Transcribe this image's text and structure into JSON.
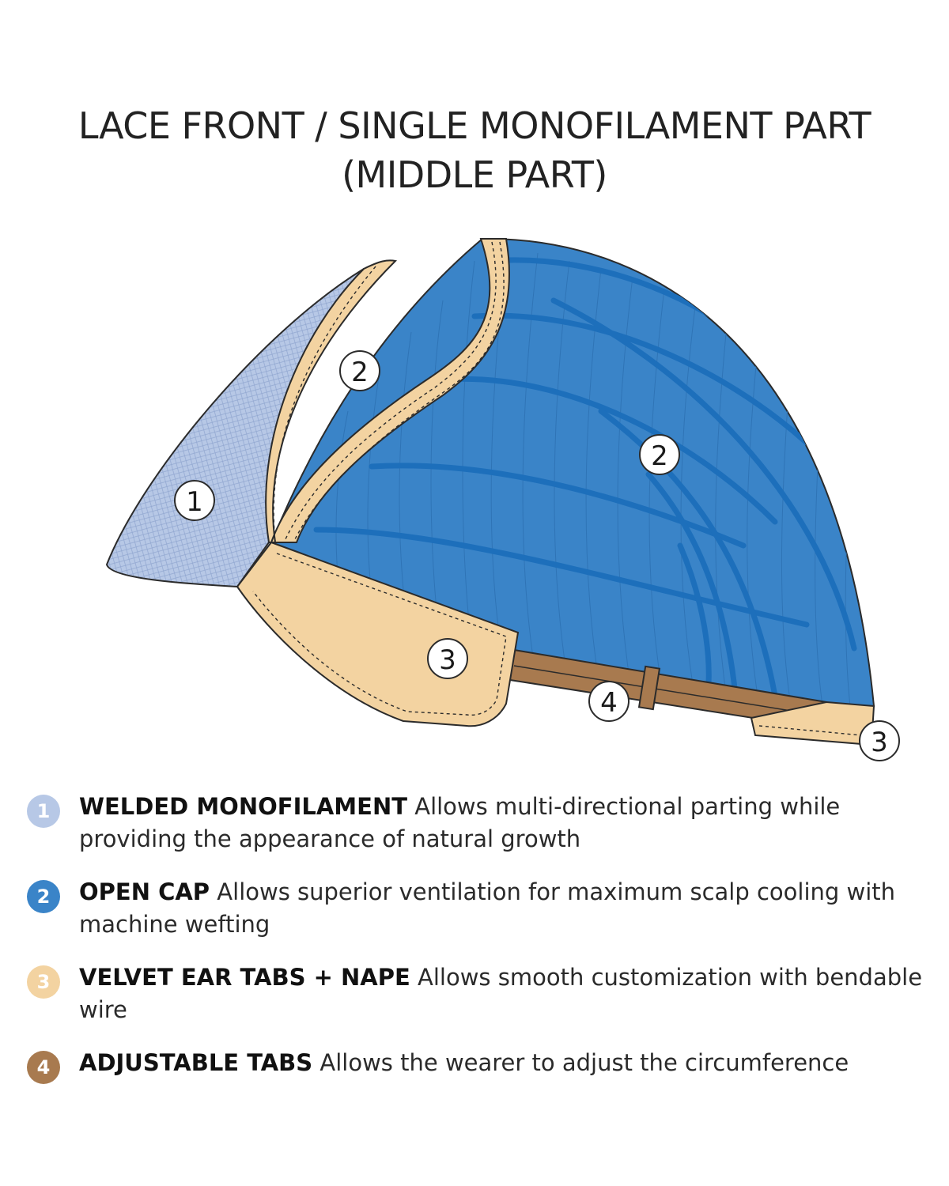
{
  "title": {
    "line1": "LACE FRONT / SINGLE MONOFILAMENT PART",
    "line2": "(MIDDLE PART)"
  },
  "callouts": {
    "welded": "1",
    "open_cap_top": "2",
    "open_cap_main": "2",
    "ear_tab": "3",
    "nape": "3",
    "adjustable": "4"
  },
  "colors": {
    "welded_mono": "#b7c8e6",
    "open_cap": "#3a84c8",
    "open_cap_weft": "#1d6fbb",
    "velvet": "#f3d3a1",
    "adjustable": "#a87a4f",
    "outline": "#2b2b2b"
  },
  "legend": [
    {
      "number": "1",
      "term": "WELDED MONOFILAMENT",
      "description": "Allows multi-directional parting while providing the appearance of natural growth",
      "color": "#b7c8e6"
    },
    {
      "number": "2",
      "term": "OPEN CAP",
      "description": "Allows superior ventilation for maximum scalp cooling with machine wefting",
      "color": "#3a84c8"
    },
    {
      "number": "3",
      "term": "VELVET EAR TABS + NAPE",
      "description": "Allows smooth customization with bendable wire",
      "color": "#f3d3a1"
    },
    {
      "number": "4",
      "term": "ADJUSTABLE TABS",
      "description": "Allows the wearer to adjust the circumference",
      "color": "#a87a4f"
    }
  ]
}
